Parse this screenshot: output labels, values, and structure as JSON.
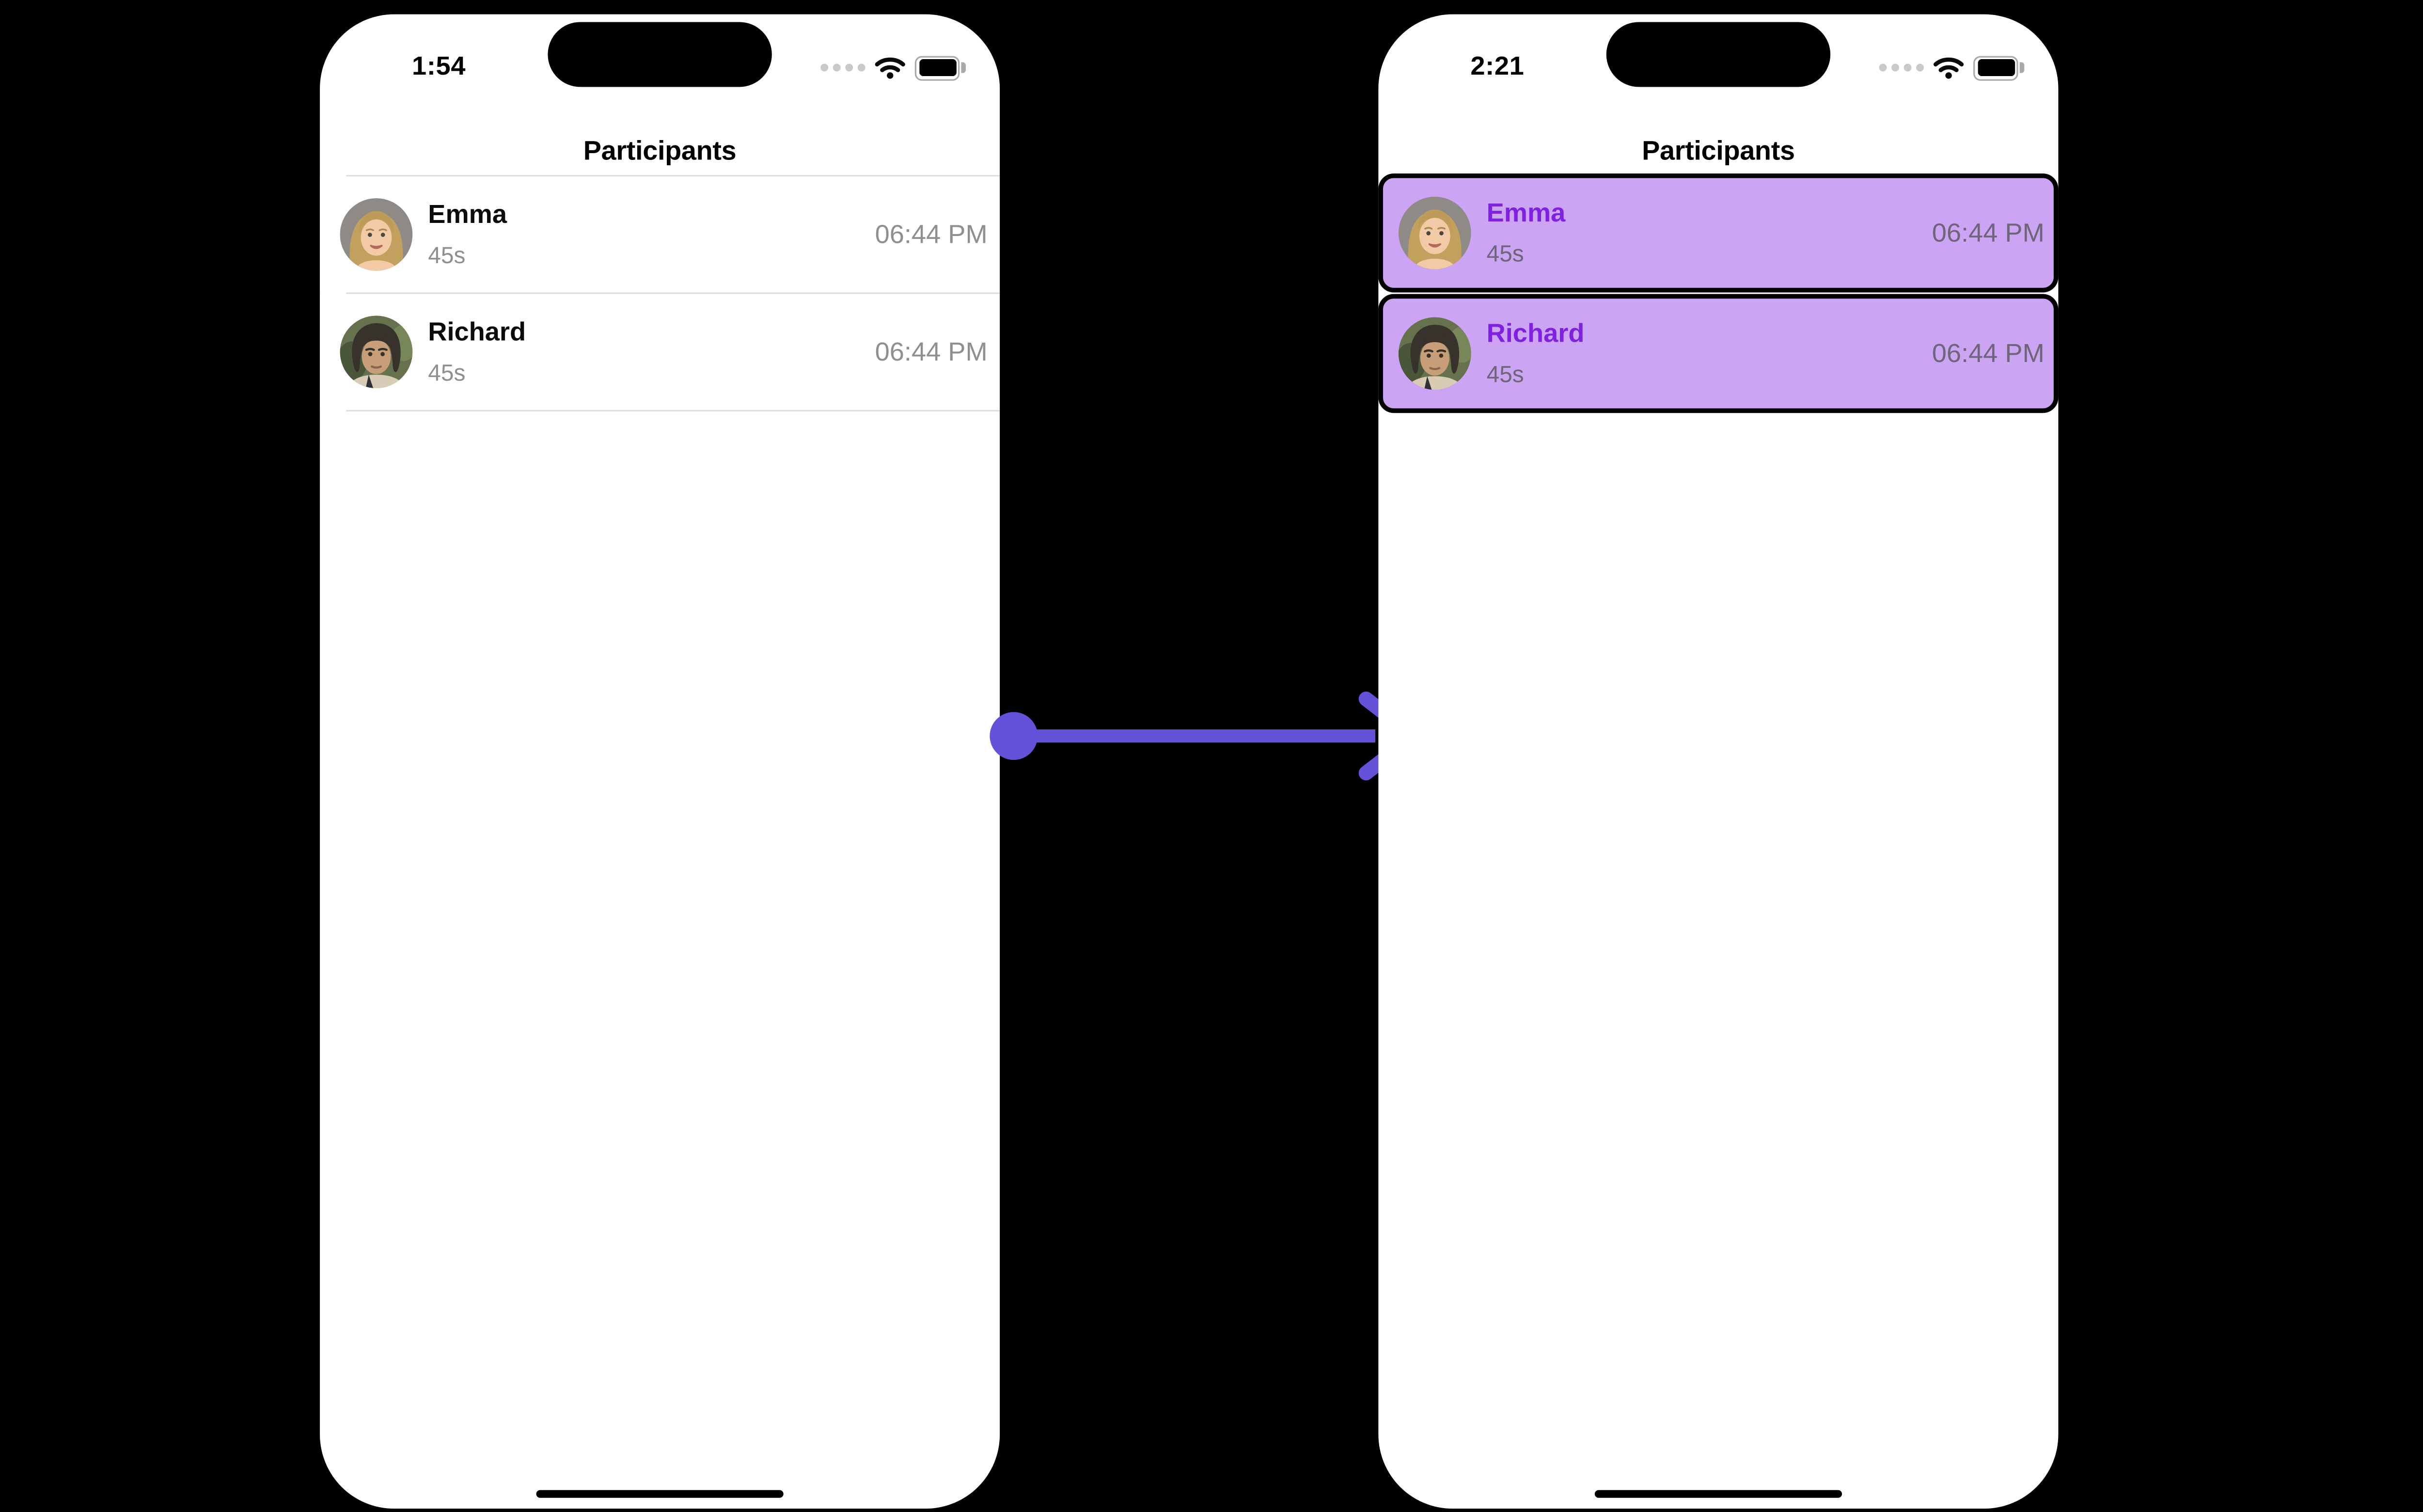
{
  "colors": {
    "page_background": "#000000",
    "phone_background": "#ffffff",
    "divider": "#dedede",
    "muted_text": "#8e8e93",
    "status_dots": "#c9c9c9",
    "battery_outline": "#a9a9a9",
    "highlight_row_background": "#cba4f3",
    "highlight_name": "#8020e0",
    "highlight_muted": "#6e6578",
    "highlight_border": "#000000",
    "arrow": "#6352d8"
  },
  "icons": {
    "cellular": "cellular-dots-icon",
    "wifi": "wifi-icon",
    "battery": "battery-icon",
    "arrow": "transition-arrow"
  },
  "phone_before": {
    "status_time": "1:54",
    "title": "Participants",
    "rows": [
      {
        "name": "Emma",
        "duration": "45s",
        "time": "06:44 PM"
      },
      {
        "name": "Richard",
        "duration": "45s",
        "time": "06:44 PM"
      }
    ]
  },
  "phone_after": {
    "status_time": "2:21",
    "title": "Participants",
    "rows": [
      {
        "name": "Emma",
        "duration": "45s",
        "time": "06:44 PM"
      },
      {
        "name": "Richard",
        "duration": "45s",
        "time": "06:44 PM"
      }
    ]
  }
}
